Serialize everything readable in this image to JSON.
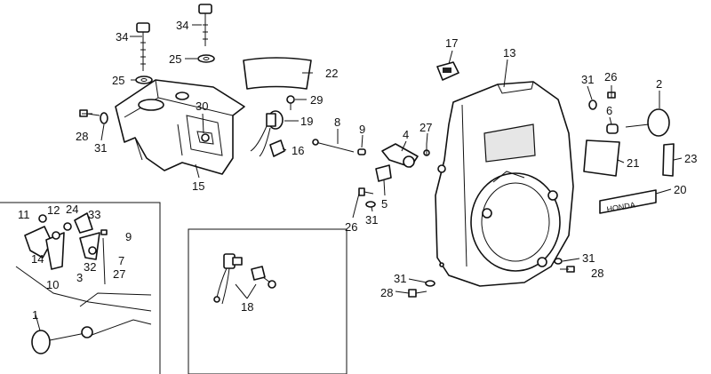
{
  "diagram": {
    "callouts": {
      "c1": "1",
      "c2": "2",
      "c3": "3",
      "c4": "4",
      "c5": "5",
      "c6": "6",
      "c7": "7",
      "c8": "8",
      "c9a": "9",
      "c9b": "9",
      "c10": "10",
      "c11": "11",
      "c12": "12",
      "c13": "13",
      "c14": "14",
      "c15": "15",
      "c16": "16",
      "c17": "17",
      "c18": "18",
      "c19": "19",
      "c20": "20",
      "c21": "21",
      "c22": "22",
      "c23": "23",
      "c24": "24",
      "c25a": "25",
      "c25b": "25",
      "c26a": "26",
      "c26b": "26",
      "c27a": "27",
      "c27b": "27",
      "c28a": "28",
      "c28b": "28",
      "c28c": "28",
      "c29": "29",
      "c30": "30",
      "c31a": "31",
      "c31b": "31",
      "c31c": "31",
      "c31d": "31",
      "c31e": "31",
      "c32": "32",
      "c33": "33",
      "c34a": "34",
      "c34b": "34"
    },
    "emblem_text": "HONDA"
  }
}
